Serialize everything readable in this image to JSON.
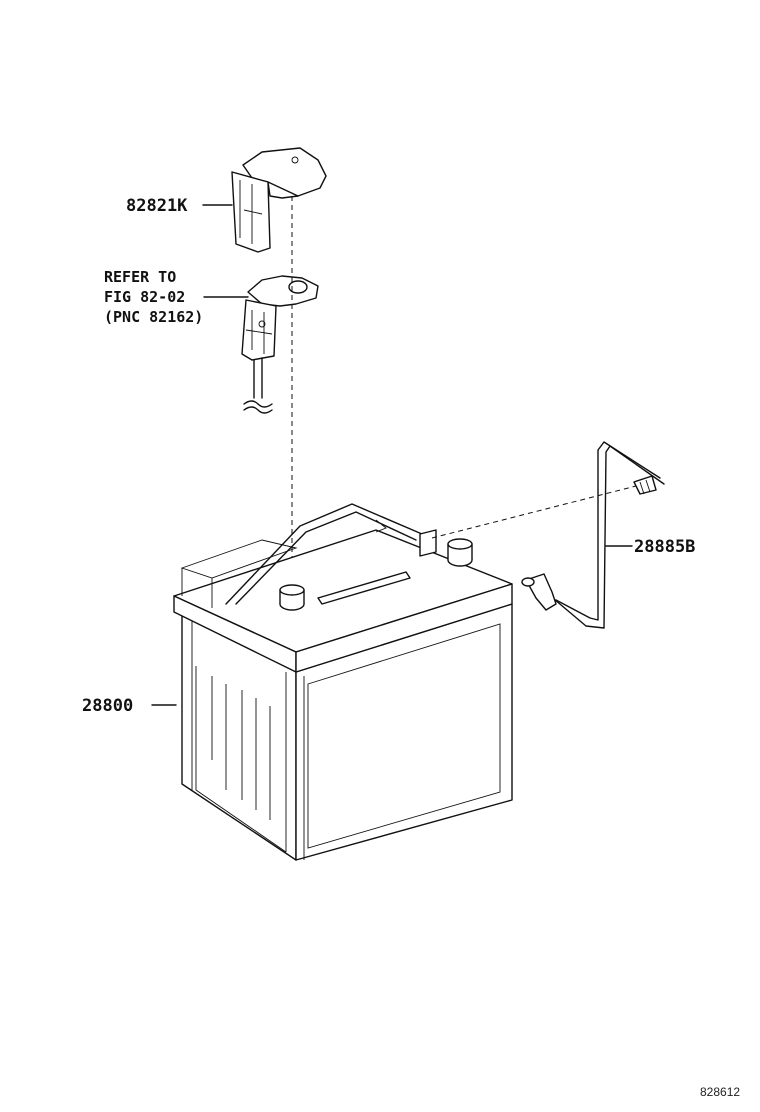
{
  "labels": {
    "terminal_cover": "82821K",
    "vent_hose": "28885B",
    "battery": "28800"
  },
  "note": {
    "line1": "REFER TO",
    "line2": "FIG 82-02",
    "line3": "(PNC 82162)"
  },
  "figure_id": "828612"
}
